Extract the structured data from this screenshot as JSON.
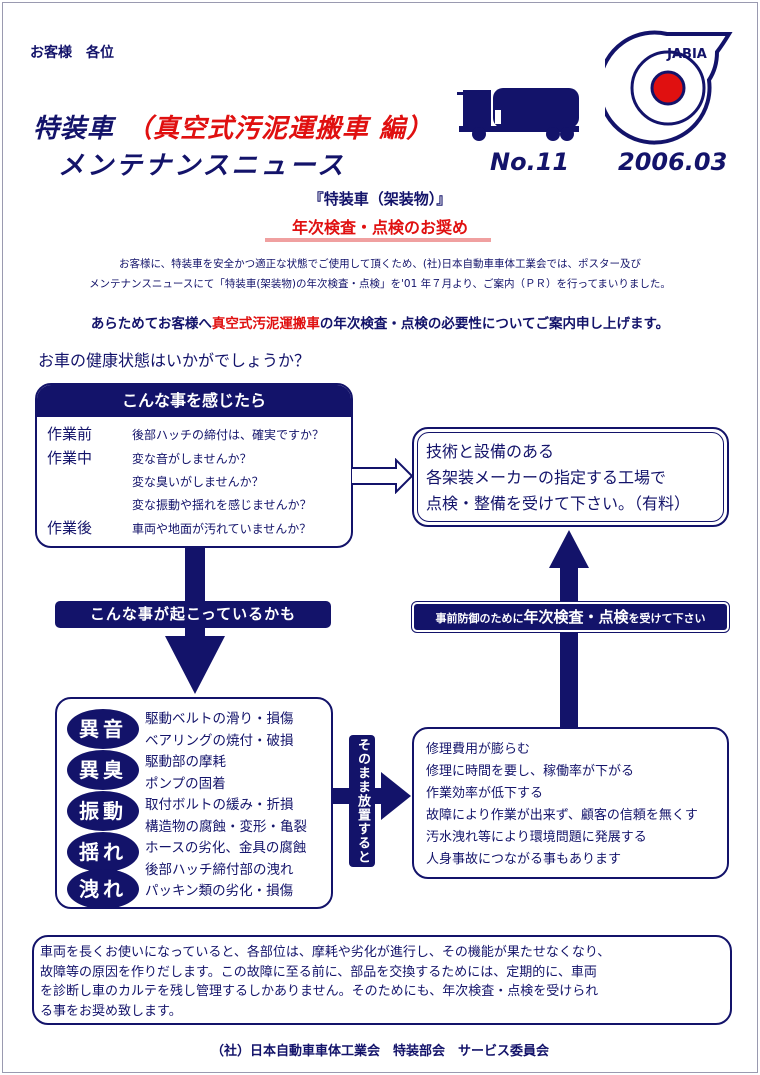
{
  "header": {
    "addressee": "お客様　各位",
    "title_main": "特装車",
    "title_sub": "（真空式汚泥運搬車 編）",
    "title_line2": "メンテナンスニュース",
    "issue": "No.11",
    "date": "2006.03",
    "logo_text": "JABIA",
    "logo_caption": "(社)日本自動車車体工業会"
  },
  "intro": {
    "kicker": "『特装車（架装物）』",
    "headline": "年次検査・点検のお奨め",
    "para_line1": "お客様に、特装車を安全かつ適正な状態でご使用して頂くため、(社)日本自動車車体工業会では、ポスター及び",
    "para_line2": "メンテナンスニュースにて「特装車(架装物)の年次検査・点検」を'01 年７月より、ご案内（ＰＲ）を行ってまいりました。",
    "lead_a": "あらためてお客様へ",
    "lead_red": "真空式汚泥運搬車",
    "lead_b": "の年次検査・点検の必要性についてご案内申し上げます。"
  },
  "question": "お車の健康状態はいかがでしょうか？",
  "symptoms": {
    "header": "こんな事を感じたら",
    "rows": [
      {
        "phase": "作業前",
        "text": "後部ハッチの締付は、確実ですか？"
      },
      {
        "phase": "作業中",
        "text": "変な音がしませんか？"
      },
      {
        "phase": "",
        "text": "変な臭いがしませんか？"
      },
      {
        "phase": "",
        "text": "変な振動や揺れを感じませんか？"
      },
      {
        "phase": "作業後",
        "text": "車両や地面が汚れていませんか？"
      }
    ]
  },
  "recommend": {
    "lines": [
      "技術と設備のある",
      "各架装メーカーの指定する工場で",
      "点検・整備を受けて下さい。（有料）"
    ]
  },
  "down_label": "こんな事が起こっているかも",
  "up_label": {
    "a": "事前防御のために",
    "b": "年次検査・点検",
    "c": "を受けて下さい"
  },
  "causes": {
    "badges": [
      "異音",
      "異臭",
      "振動",
      "揺れ",
      "洩れ"
    ],
    "items": [
      "駆動ベルトの滑り・損傷",
      "ベアリングの焼付・破損",
      "駆動部の摩耗",
      "ポンプの固着",
      "取付ボルトの緩み・折損",
      "構造物の腐蝕・変形・亀裂",
      "ホースの劣化、金具の腐蝕",
      "後部ハッチ締付部の洩れ",
      "パッキン類の劣化・損傷"
    ]
  },
  "neglect_label": "そのまま放置すると",
  "consequences": [
    "修理費用が膨らむ",
    "修理に時間を要し、稼働率が下がる",
    "作業効率が低下する",
    "故障により作業が出来ず、顧客の信頼を無くす",
    "汚水洩れ等により環境問題に発展する",
    "人身事故につながる事もあります"
  ],
  "summary": [
    "車両を長くお使いになっていると、各部位は、摩耗や劣化が進行し、その機能が果たせなくなり、",
    "故障等の原因を作りだします。この故障に至る前に、部品を交換するためには、定期的に、車両",
    "を診断し車のカルテを残し管理するしかありません。そのためにも、年次検査・点検を受けられ",
    "る事をお奨め致します。"
  ],
  "footer": "（社）日本自動車車体工業会　特装部会　サービス委員会",
  "colors": {
    "navy": "#13136a",
    "red": "#e01010",
    "underline": "#f0a0a0"
  }
}
